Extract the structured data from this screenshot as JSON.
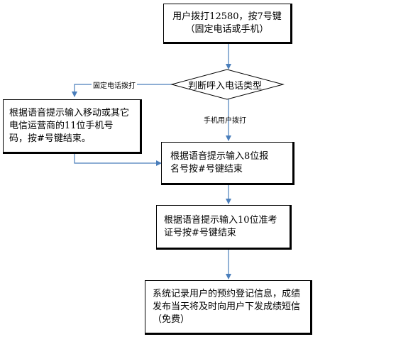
{
  "nodes": {
    "start": {
      "line1": "用户拨打12580，按7号键",
      "line2": "（固定电话或手机）"
    },
    "decision": {
      "text": "判断呼入电话类型"
    },
    "landline_input": {
      "text": "根据语音提示输入移动或其它电信运营商的11位手机号码，按#号键结束。"
    },
    "reg_input": {
      "text": "根据语音提示输入8位报名号按#号键结束"
    },
    "admission_input": {
      "text": "根据语音提示输入10位准考证号按#号键结束"
    },
    "result": {
      "text": "系统记录用户的预约登记信息，成绩发布当天将及时向用户下发成绩短信（免费）"
    }
  },
  "edges": {
    "landline_label": "固定电话拨打",
    "mobile_label": "手机用户拨打"
  },
  "colors": {
    "connector": "#4a7ebb",
    "border": "#000000"
  }
}
